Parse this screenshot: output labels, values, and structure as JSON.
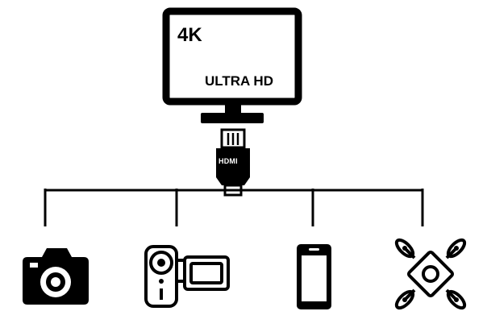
{
  "monitor": {
    "resolution_label": "4K",
    "quality_label": "ULTRA HD"
  },
  "cable": {
    "connector_label": "HDMI"
  },
  "devices": [
    {
      "icon": "camera-icon"
    },
    {
      "icon": "camcorder-icon"
    },
    {
      "icon": "smartphone-icon"
    },
    {
      "icon": "drone-icon"
    }
  ],
  "colors": {
    "line": "#000000",
    "background": "#ffffff"
  }
}
